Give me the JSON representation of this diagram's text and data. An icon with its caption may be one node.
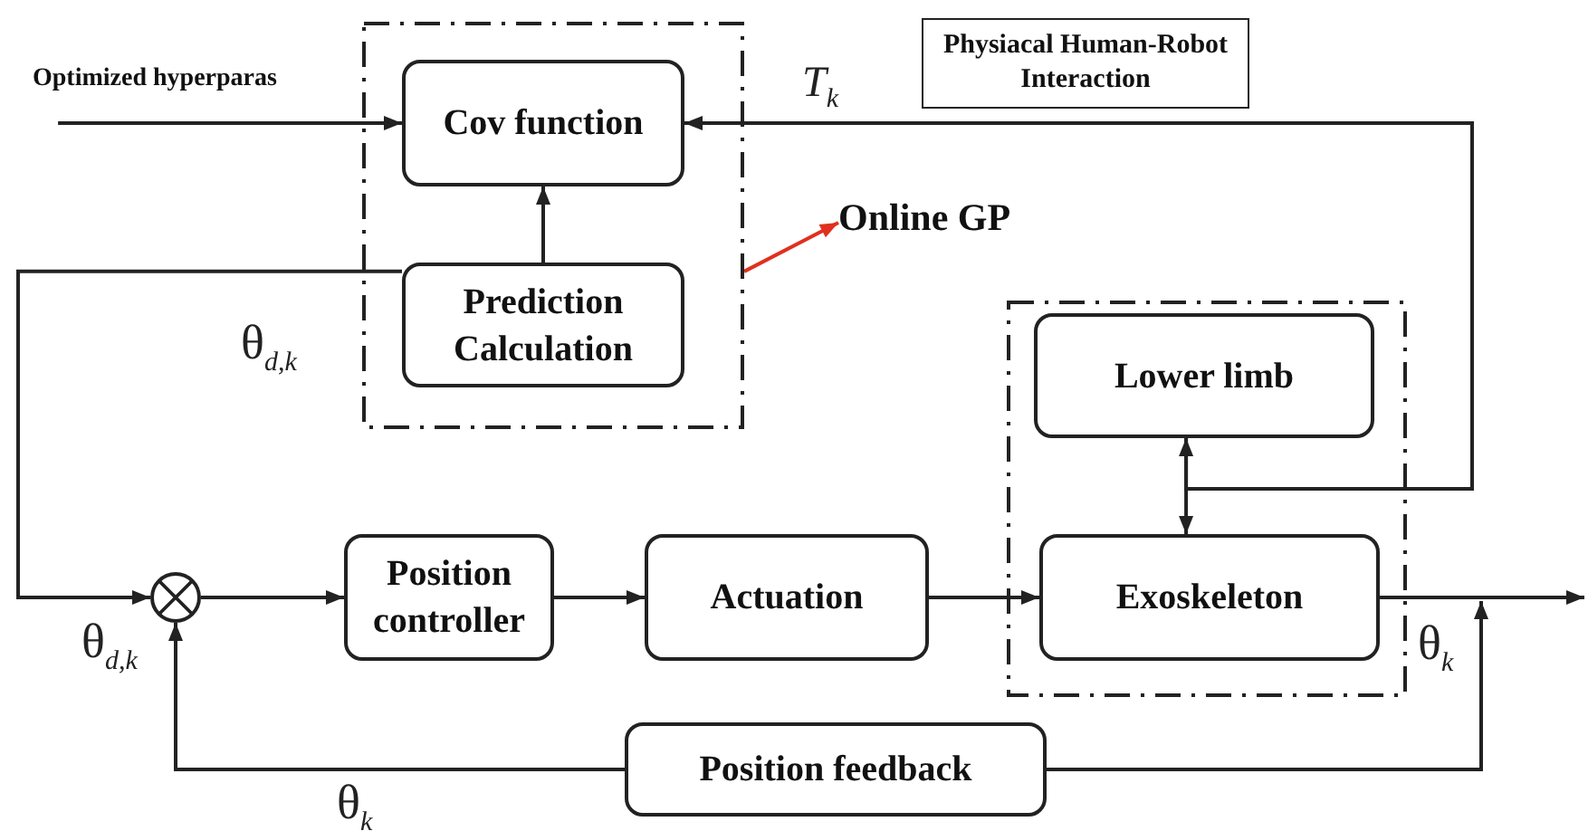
{
  "diagram": {
    "nodes": [
      {
        "text": [
          "Optimized hyperparas"
        ]
      },
      {
        "text": [],
        "shape": "box"
      },
      {
        "text": [
          "Cov function"
        ],
        "in": 1
      },
      {
        "text": [
          "Prediction Calculation"
        ],
        "in": 1
      },
      {
        "text": [
          "Physiacal Human-Robot Interaction"
        ]
      },
      {
        "text": [
          "Online GP"
        ]
      },
      {
        "text": [],
        "shape": "box"
      },
      {
        "text": [
          "Lower limb"
        ],
        "in": 6
      },
      {
        "text": [],
        "shape": "circle"
      },
      {
        "text": [
          "Position controller"
        ]
      },
      {
        "text": [
          "Actuation"
        ]
      },
      {
        "text": [
          "Exoskeleton"
        ],
        "in": 6
      },
      {
        "text": [
          "Position feedback"
        ]
      }
    ],
    "edges": [
      {
        "from": 0,
        "to": 2,
        "arrow": "to"
      },
      {
        "from": 3,
        "to": 2,
        "arrow": "to"
      },
      {
        "from": 7,
        "to": 2,
        "arrow": "to"
      },
      {
        "from": 3,
        "to": 8,
        "arrow": "to"
      },
      {
        "from": 8,
        "to": 9,
        "arrow": "to"
      },
      {
        "from": 9,
        "to": 10,
        "arrow": "to"
      },
      {
        "from": 10,
        "to": 11,
        "arrow": "to"
      },
      {
        "from": 7,
        "to": 11,
        "arrow": "both"
      },
      {
        "from": 11,
        "to": null,
        "arrow": "to"
      },
      {
        "from": 12,
        "to": null,
        "arrow": "to"
      },
      {
        "from": 12,
        "to": 8,
        "arrow": "to"
      },
      {
        "from": 1,
        "to": 5,
        "arrow": "to",
        "color": "#e0301e"
      }
    ],
    "labels": [
      "T$_{k}$",
      "θ$_{d,k}$",
      "θ$_{d,k}$",
      "θ$_{k}$",
      "θ$_{k}$"
    ]
  }
}
